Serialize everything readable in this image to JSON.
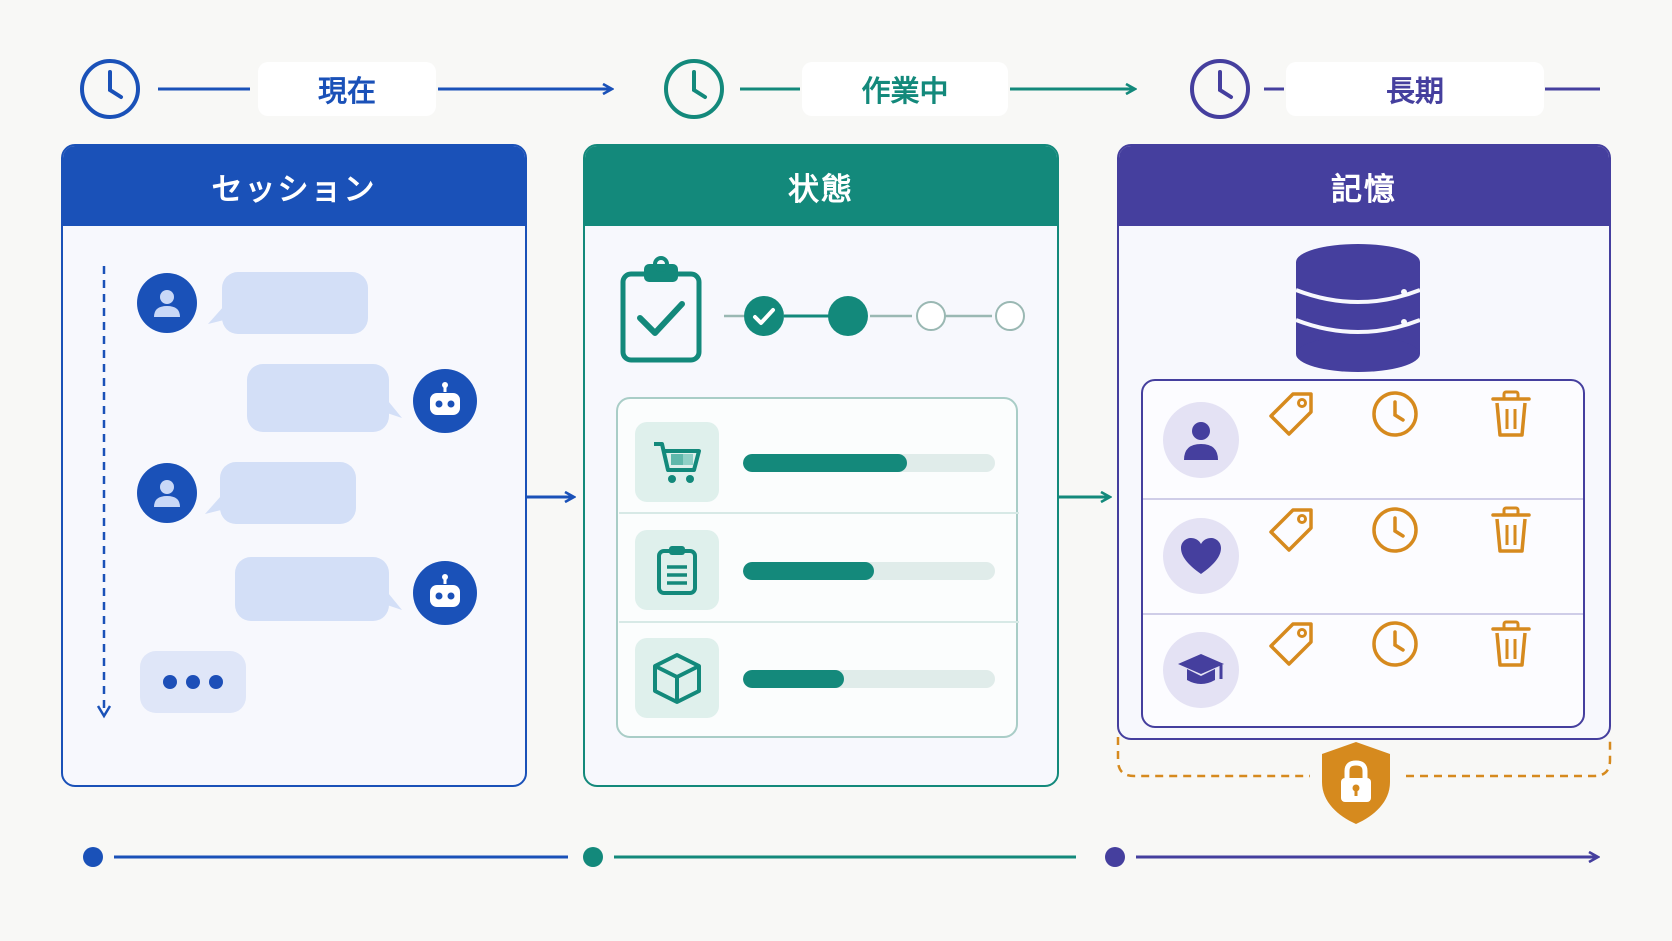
{
  "timeline": {
    "labels": [
      "現在",
      "作業中",
      "長期"
    ]
  },
  "panels": {
    "session": {
      "title": "セッション",
      "color": "#1a51b8"
    },
    "state": {
      "title": "状態",
      "color": "#13897b",
      "progress": [
        0.65,
        0.52,
        0.4
      ],
      "steps_completed": 1,
      "steps_current": 2,
      "steps_total": 4
    },
    "memory": {
      "title": "記憶",
      "color": "#453f9e",
      "rows": [
        {
          "type": "user-icon"
        },
        {
          "type": "heart-icon"
        },
        {
          "type": "graduation-cap-icon"
        }
      ],
      "accent": "#d68a1e"
    }
  }
}
